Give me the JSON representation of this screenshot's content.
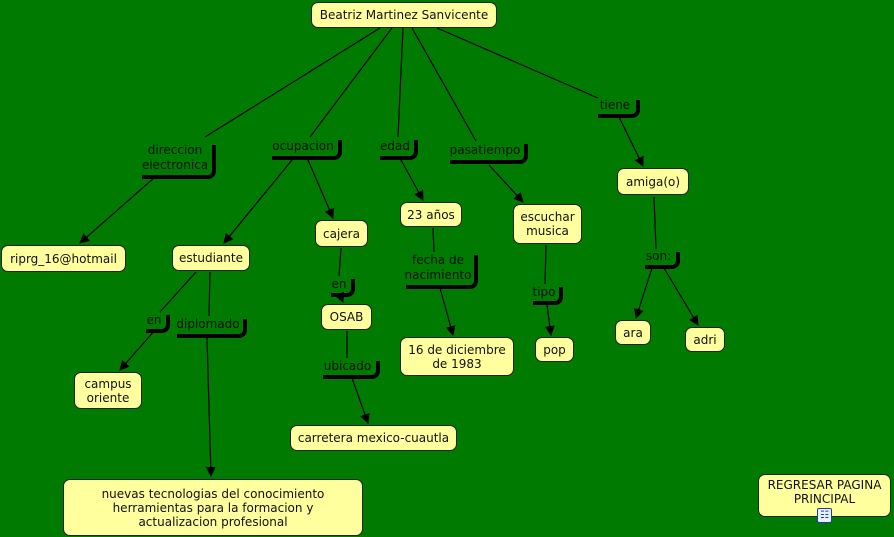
{
  "colors": {
    "background": "#007a00",
    "concept_fill": "#ffff9e",
    "line": "#000000"
  },
  "concepts": {
    "root": "Beatriz Martinez Sanvicente",
    "email": "riprg_16@hotmail",
    "estudiante": "estudiante",
    "cajera": "cajera",
    "edad_valor": "23 años",
    "escuchar": "escuchar musica",
    "amiga": "amiga(o)",
    "osab": "OSAB",
    "carretera": "carretera mexico-cuautla",
    "fecha": "16 de diciembre de 1983",
    "pop": "pop",
    "ara": "ara",
    "adri": "adri",
    "campus": "campus oriente",
    "nuevas": "nuevas tecnologias del conocimiento herramientas para la formacion y actualizacion profesional",
    "regresar": "REGRESAR PAGINA PRINCIPAL"
  },
  "link_labels": {
    "direccion": "direccion electronica",
    "ocupacion": "ocupacion",
    "edad": "edad",
    "pasatiempo": "pasatiempo",
    "tiene": "tiene",
    "en1": "en",
    "diplomado": "diplomado",
    "en2": "en",
    "ubicado": "ubicado",
    "fecha_nac": "fecha de nacimiento",
    "tipo": "tipo",
    "son": "son:"
  },
  "icons": {
    "regresar_link": "cmap-link-icon"
  }
}
